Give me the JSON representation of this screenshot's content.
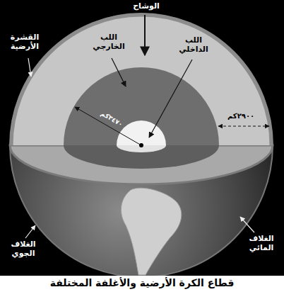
{
  "diagram": {
    "caption": "قطاع الكرة الأرضية والأغلفة المختلفة",
    "labels": [
      "الوشاح",
      "اللب الخارجي",
      "القشرة الأرضية",
      "اللب الداخلي",
      "٢٩٠٠كم",
      "٣٤٧٠كم",
      "الغلاف الجوي",
      "الغلاف المائي"
    ]
  }
}
